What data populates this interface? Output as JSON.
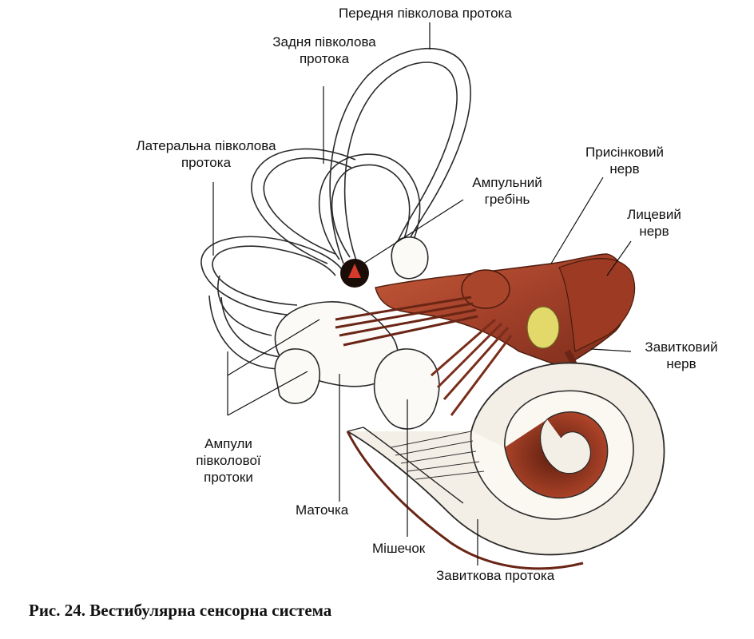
{
  "labels": {
    "anterior_duct": "Передня півколова протока",
    "posterior_duct_1": "Задня півколова",
    "posterior_duct_2": "протока",
    "lateral_duct_1": "Латеральна півколова",
    "lateral_duct_2": "протока",
    "ampullary_crest_1": "Ампульний",
    "ampullary_crest_2": "гребінь",
    "vestibular_nerve_1": "Присінковий",
    "vestibular_nerve_2": "нерв",
    "facial_nerve_1": "Лицевий",
    "facial_nerve_2": "нерв",
    "cochlear_nerve_1": "Завитковий",
    "cochlear_nerve_2": "нерв",
    "ampullae_1": "Ампули",
    "ampullae_2": "півколової",
    "ampullae_3": "протоки",
    "utricle": "Маточка",
    "saccule": "Мішечок",
    "cochlear_duct": "Завиткова протока"
  },
  "caption": "Рис. 24. Вестибулярна сенсорна система",
  "colors": {
    "nerve": "#b04a2e",
    "nerve_dark": "#6a2515",
    "membrane_outline": "#2a2a2a",
    "cochlea_fill": "#f4efe6",
    "ganglion": "#e3d86a",
    "crest_red": "#d63a2a"
  }
}
